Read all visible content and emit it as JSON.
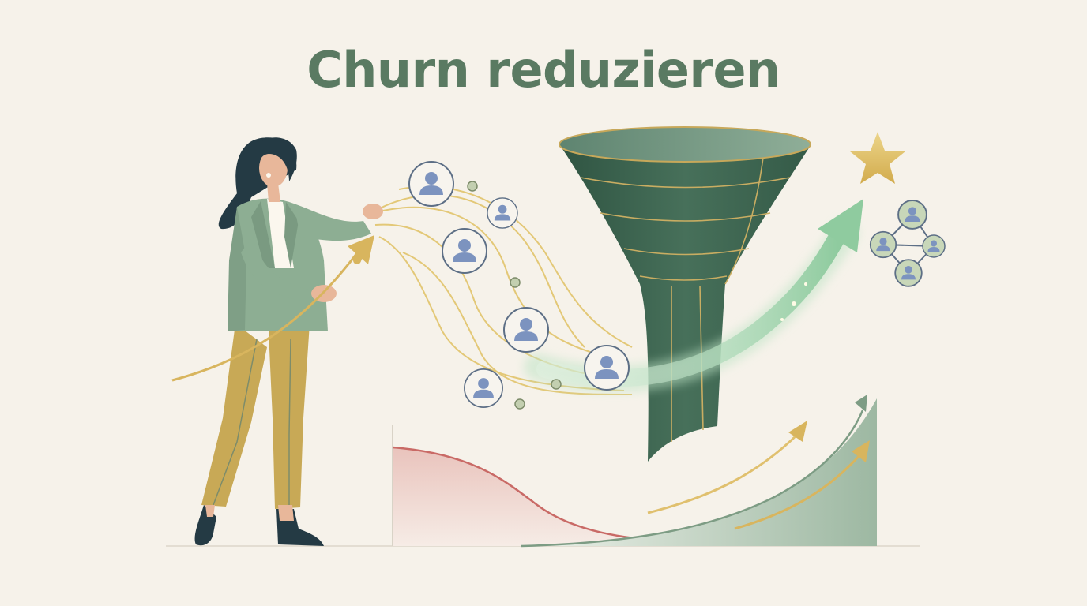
{
  "title": "Churn reduzieren",
  "colors": {
    "background": "#f6f2ea",
    "title": "#5a7a62",
    "funnel": "#3f6450",
    "gold": "#d8b55e",
    "mint": "#a9d6b4",
    "avatar": "#7c93bf",
    "churn_curve": "#c96a66",
    "growth_area": "#7d9c84"
  },
  "icons": [
    "person-illustration",
    "funnel-icon",
    "star-icon",
    "user-avatar-icon",
    "network-icon",
    "growth-arrow-icon",
    "churn-curve"
  ]
}
